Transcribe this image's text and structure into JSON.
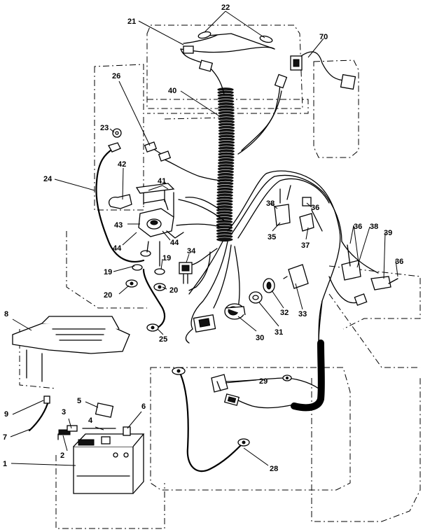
{
  "callouts": [
    {
      "id": "c1",
      "text": "1"
    },
    {
      "id": "c2",
      "text": "2"
    },
    {
      "id": "c3",
      "text": "3"
    },
    {
      "id": "c4",
      "text": "4"
    },
    {
      "id": "c5",
      "text": "5"
    },
    {
      "id": "c6",
      "text": "6"
    },
    {
      "id": "c7",
      "text": "7"
    },
    {
      "id": "c8",
      "text": "8"
    },
    {
      "id": "c9",
      "text": "9"
    },
    {
      "id": "c19a",
      "text": "19"
    },
    {
      "id": "c19b",
      "text": "19"
    },
    {
      "id": "c20a",
      "text": "20"
    },
    {
      "id": "c20b",
      "text": "20"
    },
    {
      "id": "c21",
      "text": "21"
    },
    {
      "id": "c22",
      "text": "22"
    },
    {
      "id": "c23",
      "text": "23"
    },
    {
      "id": "c24",
      "text": "24"
    },
    {
      "id": "c25",
      "text": "25"
    },
    {
      "id": "c26",
      "text": "26"
    },
    {
      "id": "c28",
      "text": "28"
    },
    {
      "id": "c29",
      "text": "29"
    },
    {
      "id": "c30",
      "text": "30"
    },
    {
      "id": "c31",
      "text": "31"
    },
    {
      "id": "c32",
      "text": "32"
    },
    {
      "id": "c33",
      "text": "33"
    },
    {
      "id": "c34",
      "text": "34"
    },
    {
      "id": "c35",
      "text": "35"
    },
    {
      "id": "c36a",
      "text": "36"
    },
    {
      "id": "c36b",
      "text": "36"
    },
    {
      "id": "c36c",
      "text": "36"
    },
    {
      "id": "c37",
      "text": "37"
    },
    {
      "id": "c38a",
      "text": "38"
    },
    {
      "id": "c38b",
      "text": "38"
    },
    {
      "id": "c39",
      "text": "39"
    },
    {
      "id": "c40",
      "text": "40"
    },
    {
      "id": "c41",
      "text": "41"
    },
    {
      "id": "c42",
      "text": "42"
    },
    {
      "id": "c43",
      "text": "43"
    },
    {
      "id": "c44a",
      "text": "44"
    },
    {
      "id": "c44b",
      "text": "44"
    },
    {
      "id": "c70",
      "text": "70"
    }
  ]
}
